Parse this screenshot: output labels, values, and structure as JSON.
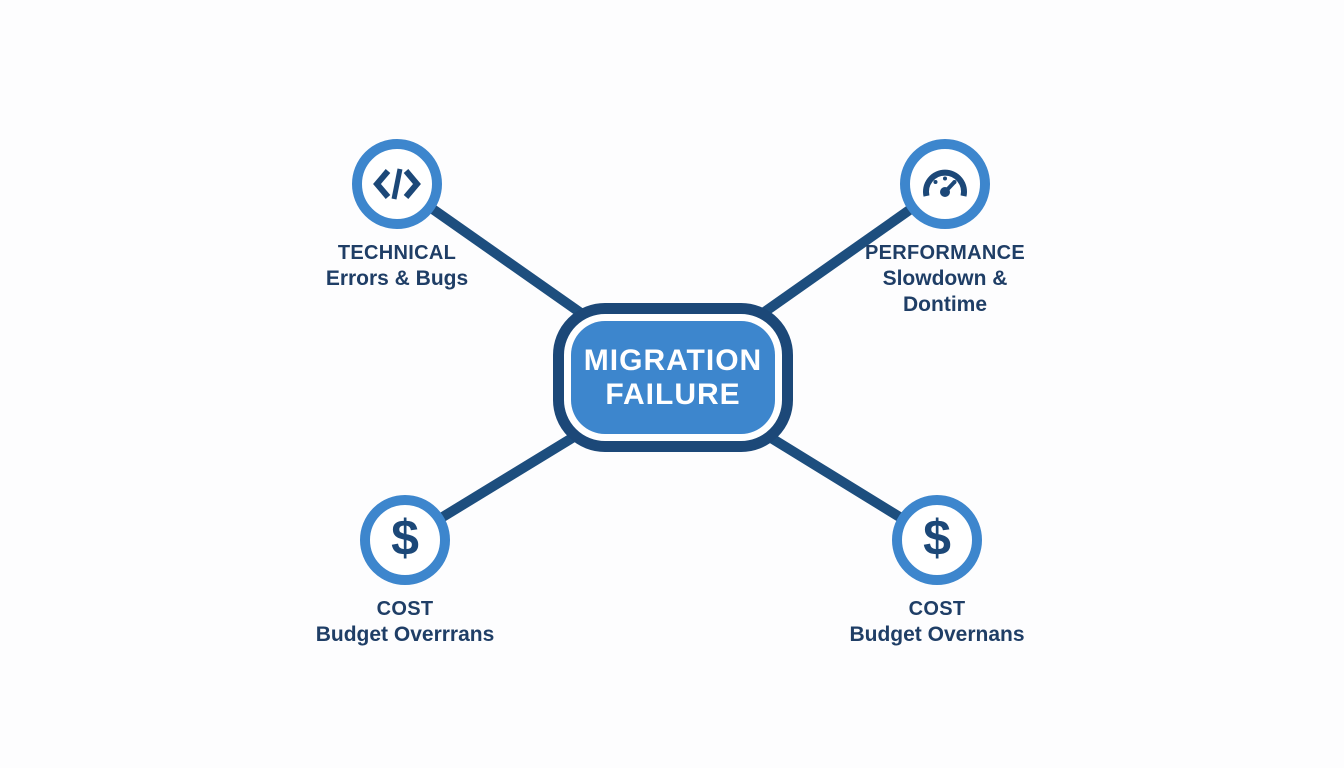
{
  "center": {
    "line1": "MIGRATION",
    "line2": "FAILURE"
  },
  "nodes": [
    {
      "id": "technical",
      "icon": "code-icon",
      "title": "TECHNICAL",
      "subtitle1": "Errors & Bugs",
      "subtitle2": ""
    },
    {
      "id": "performance",
      "icon": "speedometer-icon",
      "title": "PERFORMANCE",
      "subtitle1": "Slowdown &",
      "subtitle2": "Dontime"
    },
    {
      "id": "cost-left",
      "icon": "dollar-icon",
      "title": "COST",
      "subtitle1": "Budget Overrrans",
      "subtitle2": ""
    },
    {
      "id": "cost-right",
      "icon": "dollar-icon",
      "title": "COST",
      "subtitle1": "Budget Overnans",
      "subtitle2": ""
    }
  ],
  "icons": {
    "dollar_glyph": "$"
  },
  "colors": {
    "background": "#fdfdfe",
    "node_fill": "#3d86cd",
    "outline_navy": "#1c4878",
    "label_navy": "#1f3e66",
    "connector": "#1d4e7e",
    "circle_blue": "#3d86cd",
    "center_text": "#ffffff"
  }
}
